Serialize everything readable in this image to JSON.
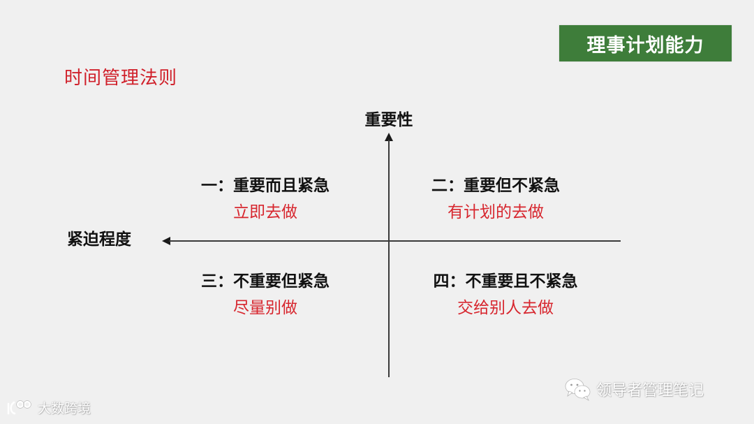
{
  "slide": {
    "badge": "理事计划能力",
    "title": "时间管理法则",
    "colors": {
      "background": "#f0f0f0",
      "badge_bg": "#3e7d3a",
      "title_red": "#d0202a",
      "action_red": "#d7262e",
      "axis": "#3a3a3a"
    }
  },
  "axes": {
    "vertical_label": "重要性",
    "horizontal_label": "紧迫程度"
  },
  "quadrants": [
    {
      "title": "一：重要而且紧急",
      "action": "立即去做"
    },
    {
      "title": "二：重要但不紧急",
      "action": "有计划的去做"
    },
    {
      "title": "三：不重要但紧急",
      "action": "尽量别做"
    },
    {
      "title": "四：不重要且不紧急",
      "action": "交给别人去做"
    }
  ],
  "watermarks": {
    "wechat_account": "领导者管理笔记",
    "wechat_icon": "wechat-icon",
    "brand": "大数跨境",
    "brand_icon": "brand-logo-icon"
  }
}
